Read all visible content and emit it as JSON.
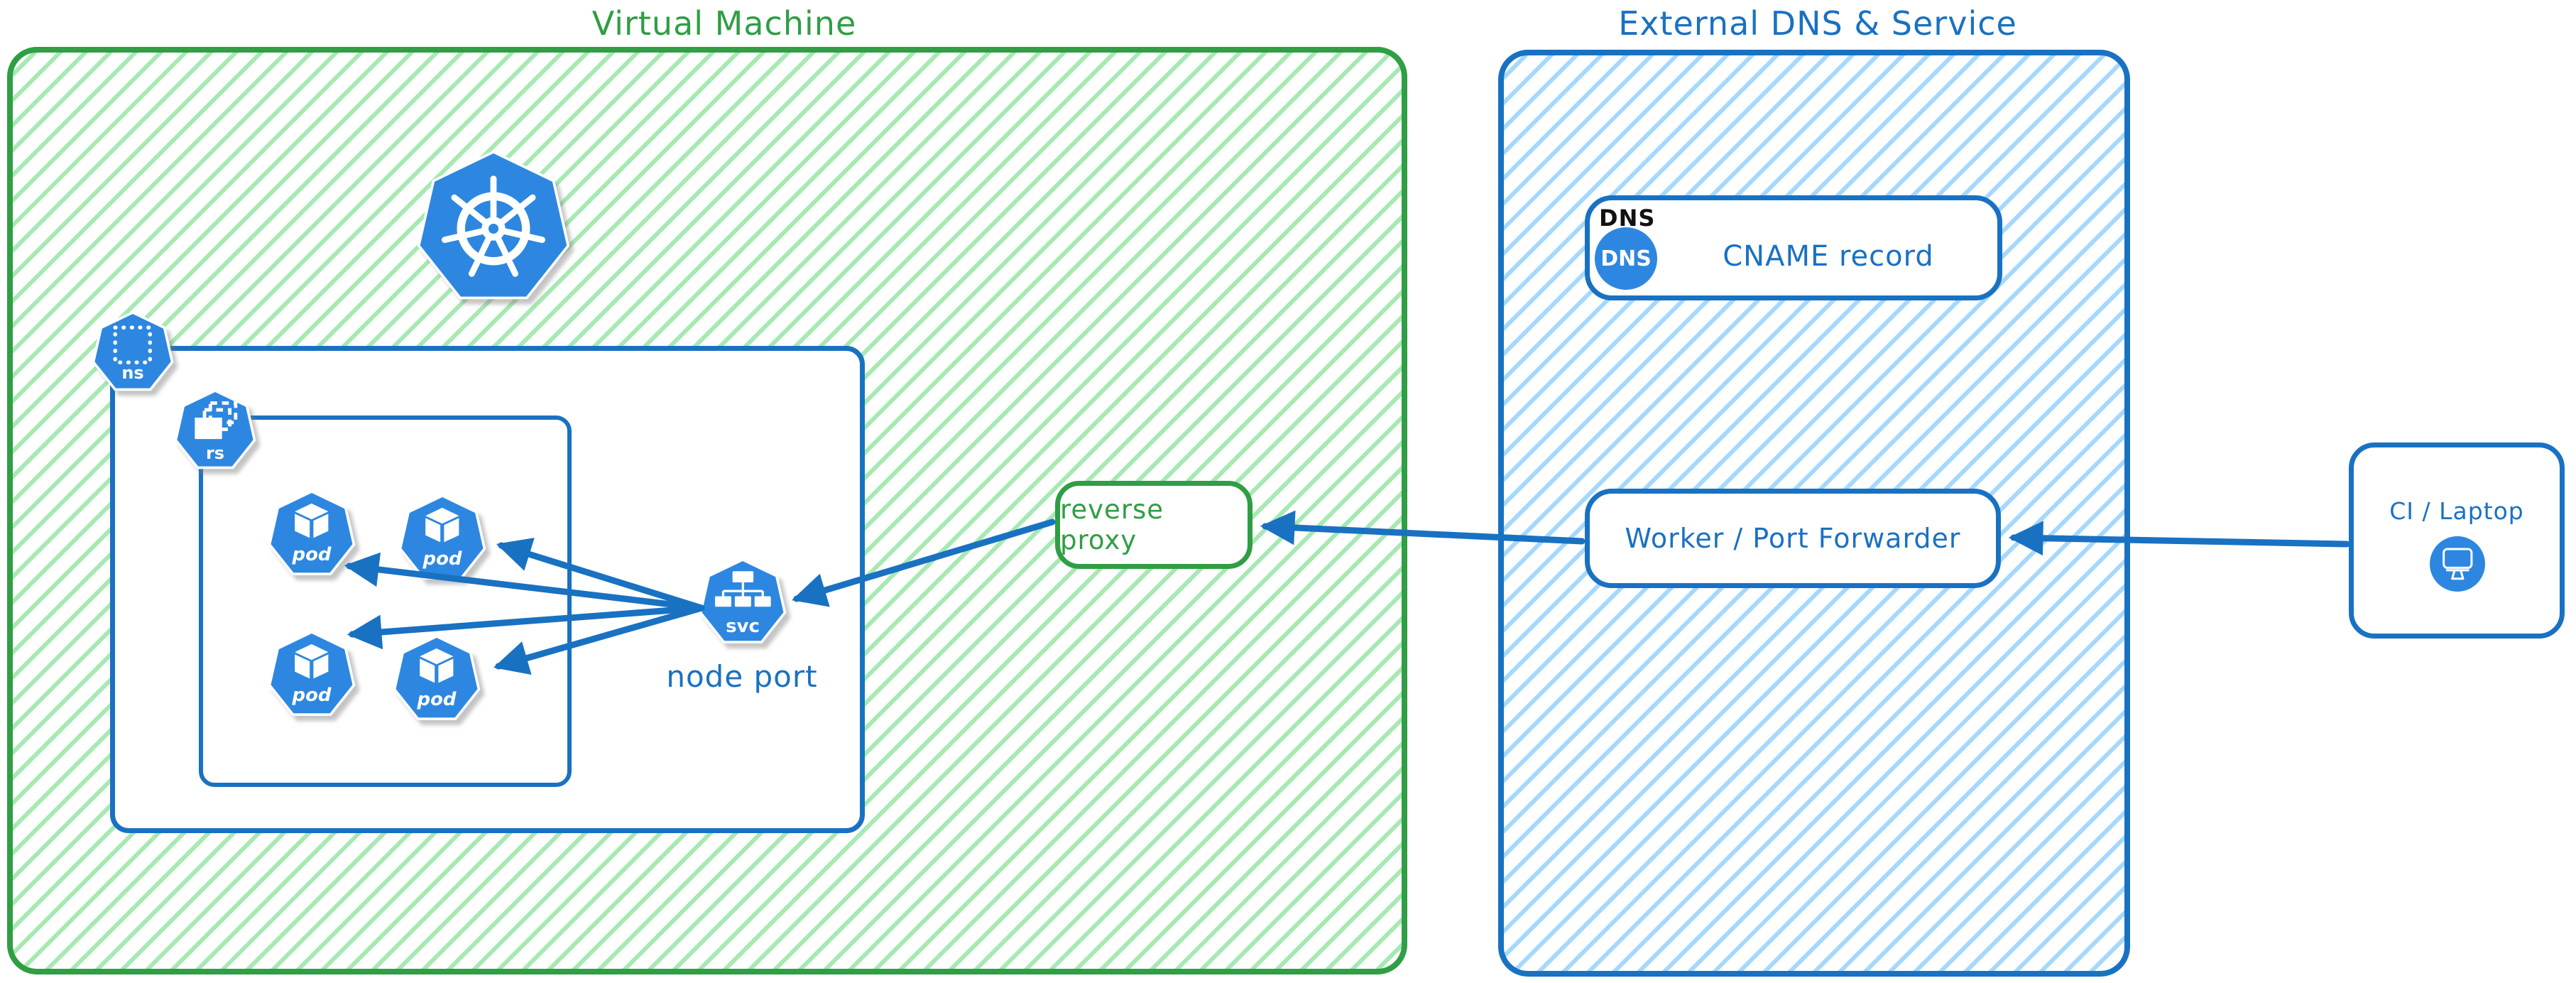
{
  "vm": {
    "title": "Virtual Machine",
    "namespace_label": "ns",
    "replicaset_label": "rs",
    "pods": [
      "pod",
      "pod",
      "pod",
      "pod"
    ],
    "service_label": "svc",
    "service_caption": "node port"
  },
  "reverse_proxy": {
    "label": "reverse proxy"
  },
  "external": {
    "title": "External DNS & Service",
    "dns": {
      "tag": "DNS",
      "badge": "DNS",
      "record": "CNAME record"
    },
    "worker": {
      "label": "Worker / Port Forwarder"
    }
  },
  "client": {
    "label": "CI / Laptop"
  },
  "icons": {
    "kubernetes": "ship-wheel-icon",
    "pod": "cube-icon",
    "service": "service-tree-icon",
    "namespace": "dotted-square-icon",
    "replicaset": "stacked-rects-icon",
    "dns": "dns-badge-icon",
    "client": "monitor-icon"
  },
  "colors": {
    "green_stroke": "#2f9e44",
    "green_hatch": "#a6e9b2",
    "blue_stroke": "#1971c2",
    "blue_hatch": "#a5d8ff",
    "node_blue": "#2d87e0",
    "arrow_blue": "#1971c2"
  }
}
